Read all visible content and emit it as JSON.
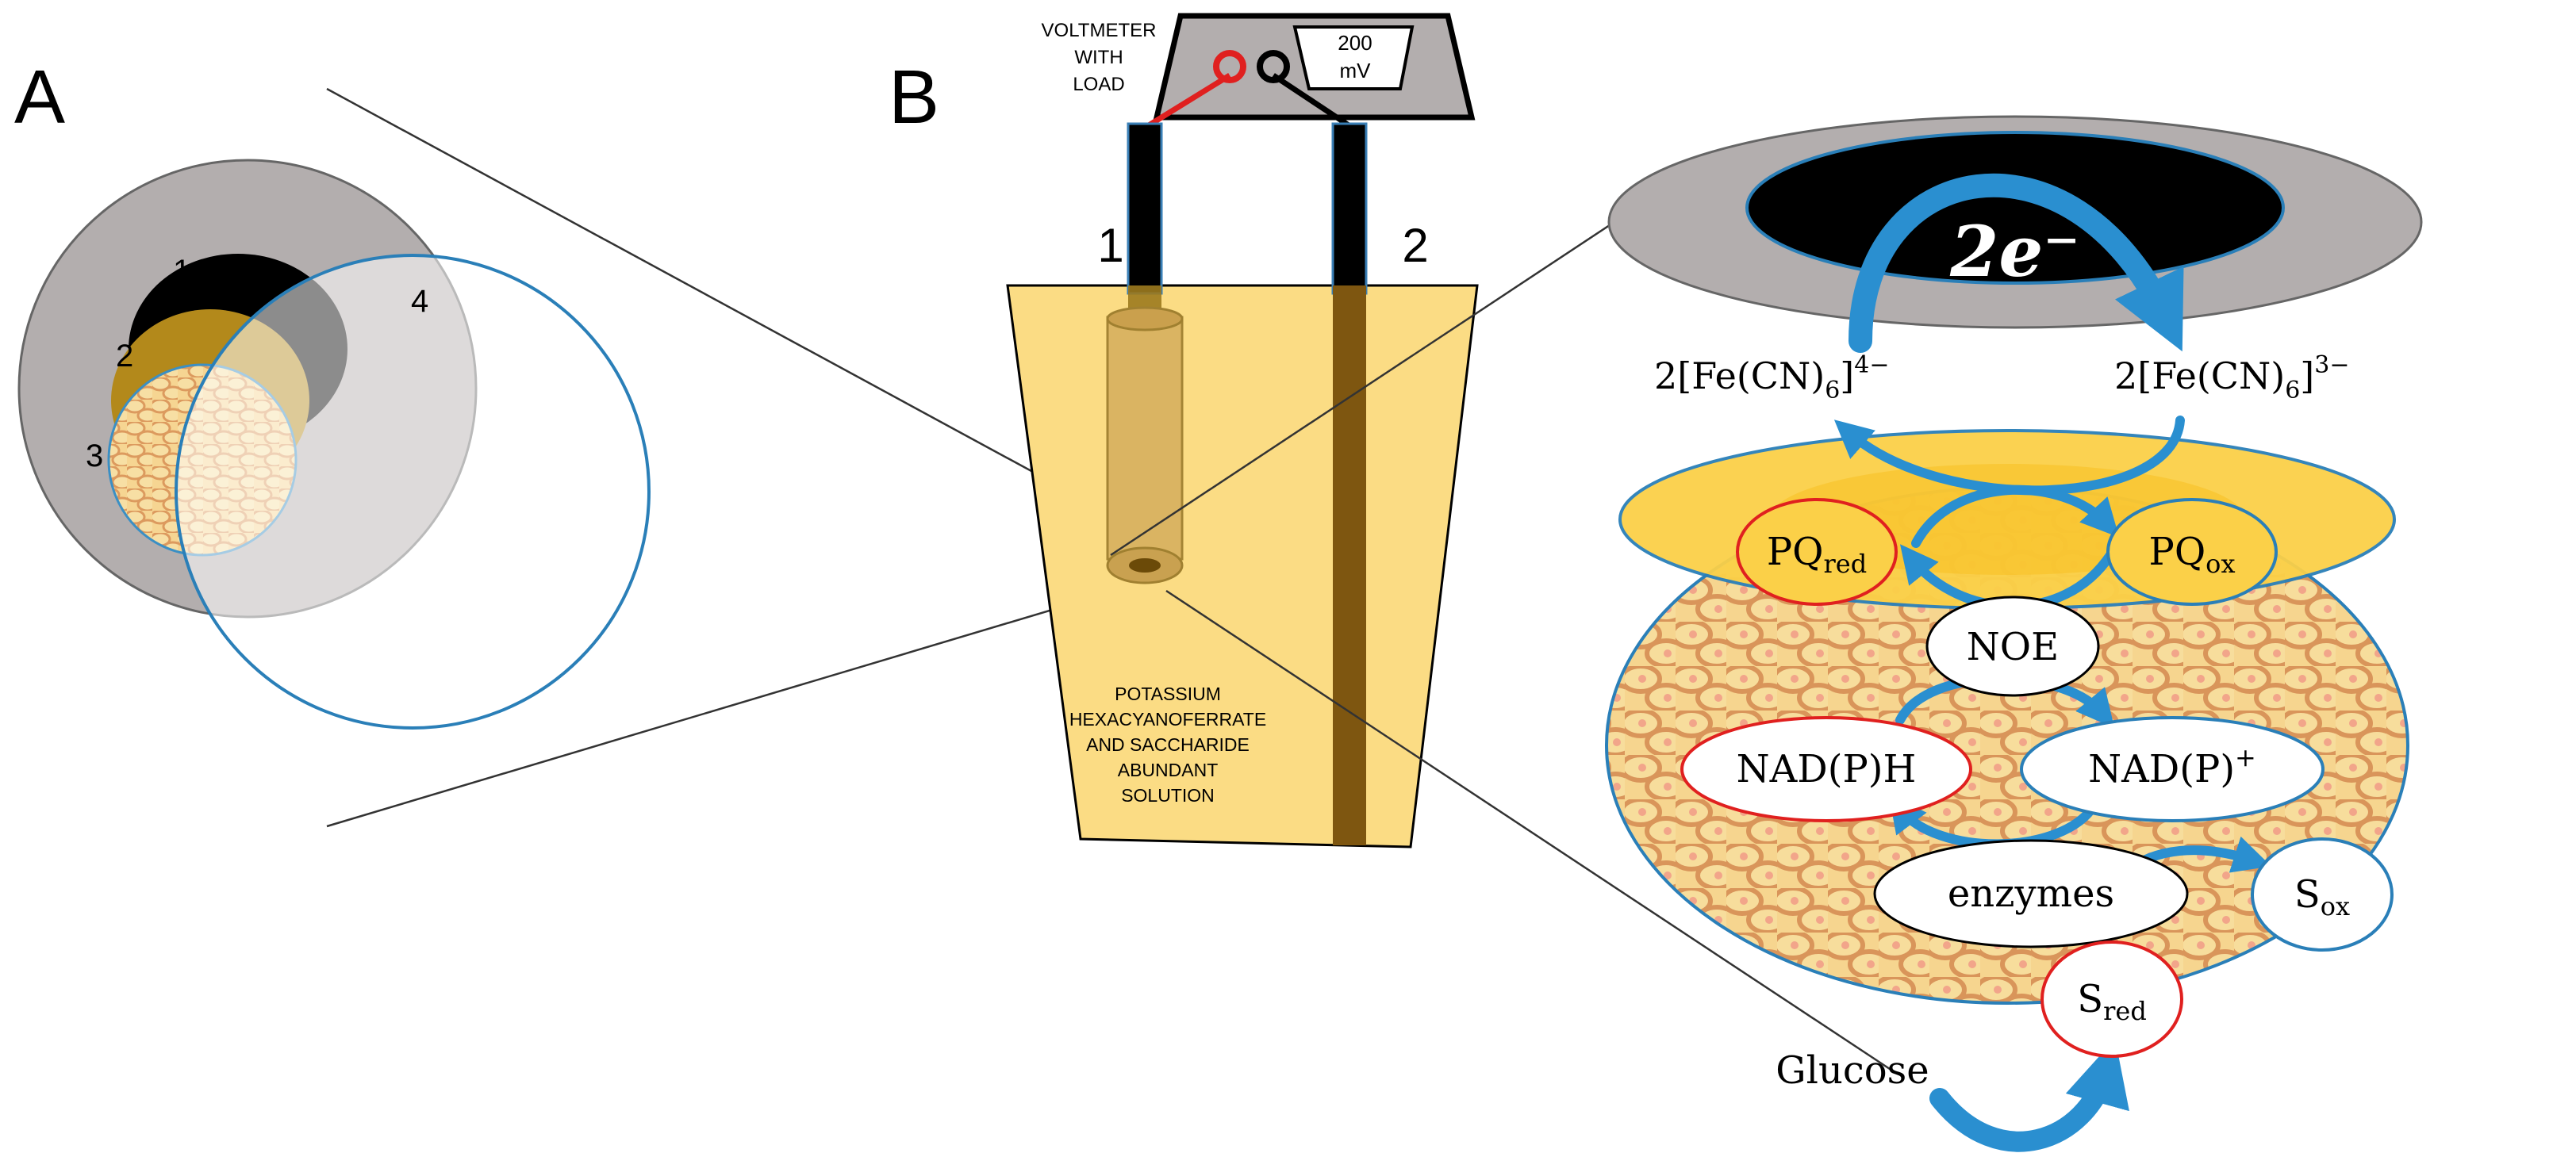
{
  "panels": {
    "a_label": "A",
    "b_label": "B"
  },
  "panel_a": {
    "labels": [
      "1",
      "2",
      "3",
      "4"
    ]
  },
  "voltmeter": {
    "title_lines": [
      "VOLTMETER",
      "WITH",
      "LOAD"
    ],
    "display_lines": [
      "200",
      "mV"
    ]
  },
  "electrodes": {
    "left_label": "1",
    "right_label": "2"
  },
  "beaker": {
    "solution_lines": [
      "POTASSIUM",
      "HEXACYANOFERRATE",
      "AND SACCHARIDE",
      "ABUNDANT",
      "SOLUTION"
    ]
  },
  "mechanism": {
    "electrons": "2e⁻",
    "ferro_prefix": "2[Fe(CN)",
    "ferro_sub": "6",
    "ferro_sup": "4−",
    "ferri_prefix": "2[Fe(CN)",
    "ferri_sub": "6",
    "ferri_sup": "3−",
    "close_bracket": "]",
    "pq_red_main": "PQ",
    "pq_red_sub": "red",
    "pq_ox_main": "PQ",
    "pq_ox_sub": "ox",
    "noe": "NOE",
    "nadph": "NAD(P)H",
    "nadp_main": "NAD(P)",
    "nadp_sup": "+",
    "enzymes": "enzymes",
    "s_ox_main": "S",
    "s_ox_sub": "ox",
    "s_red_main": "S",
    "s_red_sub": "red",
    "glucose": "Glucose"
  },
  "colors": {
    "arrow_blue": "#2a8fd0",
    "oxidized_outline": "#2a7fb8",
    "reduced_outline": "#e0201f",
    "solution_yellow": "#fbdc84",
    "electrode_black": "#000000",
    "casing_gray": "#b3aeae"
  }
}
